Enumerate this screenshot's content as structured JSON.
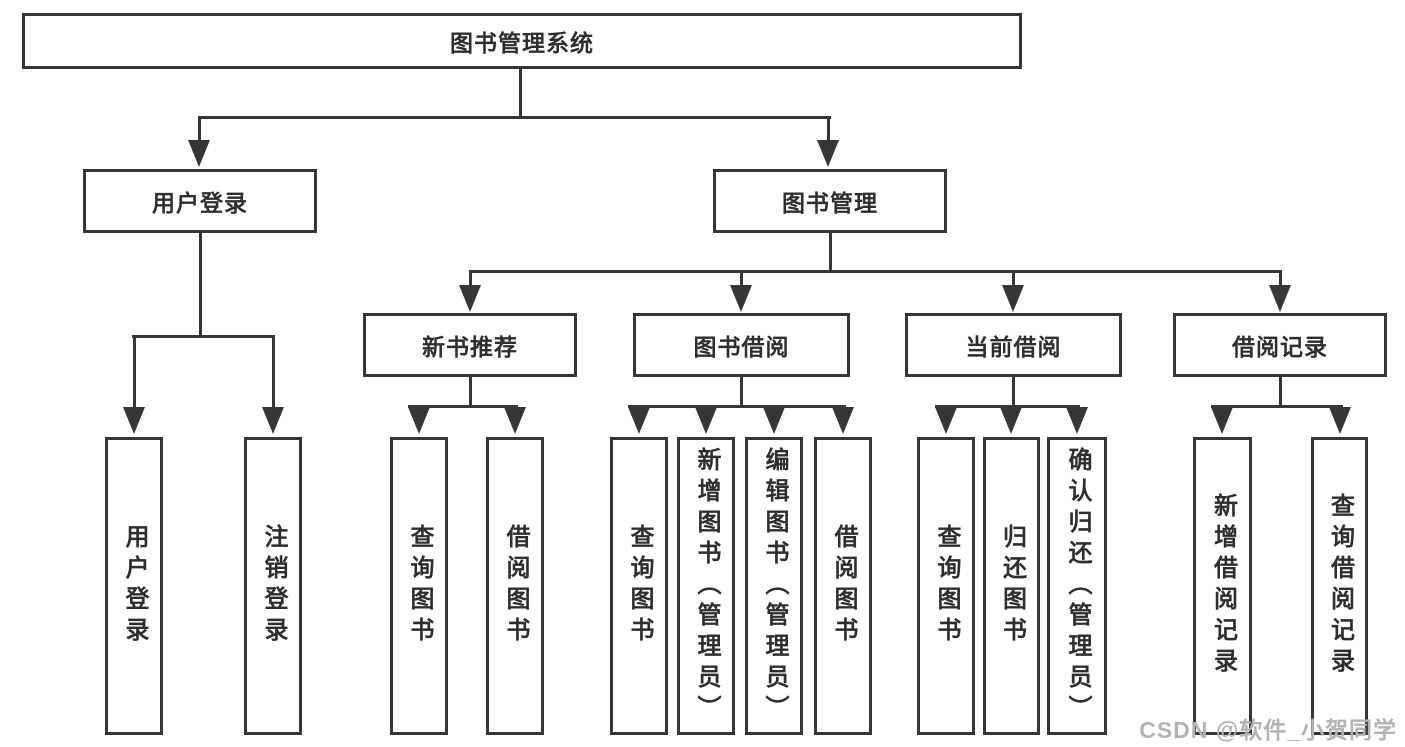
{
  "diagram": {
    "title": {
      "label": "图书管理系统"
    },
    "level2": [
      {
        "label": "用户登录"
      },
      {
        "label": "图书管理"
      }
    ],
    "level3": [
      {
        "label": "新书推荐",
        "parent": "图书管理"
      },
      {
        "label": "图书借阅",
        "parent": "图书管理"
      },
      {
        "label": "当前借阅",
        "parent": "图书管理"
      },
      {
        "label": "借阅记录",
        "parent": "图书管理"
      }
    ],
    "leaves": [
      {
        "label": "用户登录",
        "parent": "用户登录"
      },
      {
        "label": "注销登录",
        "parent": "用户登录"
      },
      {
        "label": "查询图书",
        "parent": "新书推荐"
      },
      {
        "label": "借阅图书",
        "parent": "新书推荐"
      },
      {
        "label": "查询图书",
        "parent": "图书借阅"
      },
      {
        "label": "新增图书（管理员）",
        "parent": "图书借阅"
      },
      {
        "label": "编辑图书（管理员）",
        "parent": "图书借阅"
      },
      {
        "label": "借阅图书",
        "parent": "图书借阅"
      },
      {
        "label": "查询图书",
        "parent": "当前借阅"
      },
      {
        "label": "归还图书",
        "parent": "当前借阅"
      },
      {
        "label": "确认归还（管理员）",
        "parent": "当前借阅"
      },
      {
        "label": "新增借阅记录",
        "parent": "借阅记录"
      },
      {
        "label": "查询借阅记录",
        "parent": "借阅记录"
      }
    ]
  },
  "watermark": {
    "text": "CSDN @软件_小贺同学",
    "color": "#b3b3b3"
  },
  "colors": {
    "line": "#363636",
    "box_border": "#363636",
    "text": "#2e2e2e",
    "background": "#ffffff"
  }
}
